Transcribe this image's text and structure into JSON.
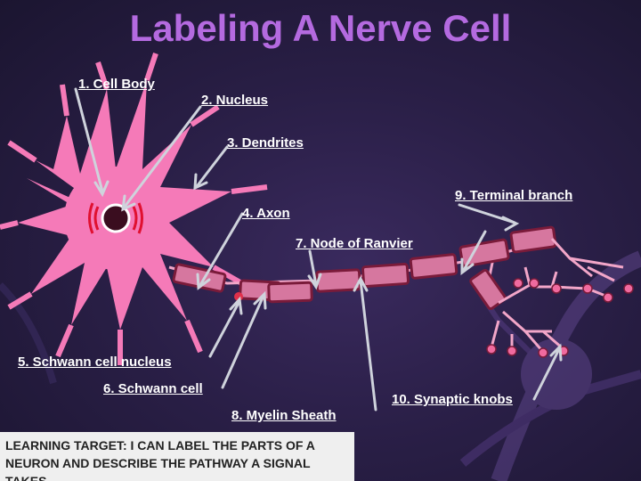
{
  "slide": {
    "title": "Labeling A Nerve Cell",
    "labels": {
      "cell_body": "1. Cell Body",
      "nucleus": "2. Nucleus",
      "dendrites": "3. Dendrites",
      "axon": "4. Axon",
      "schwann_nucleus": "5. Schwann cell nucleus",
      "schwann_cell": "6. Schwann cell",
      "node_of_ranvier": "7. Node of Ranvier",
      "myelin_sheath": "8. Myelin Sheath",
      "terminal_branch": "9. Terminal branch",
      "synaptic_knobs": "10. Synaptic knobs"
    },
    "learning_target": "LEARNING TARGET: I CAN LABEL THE PARTS OF A NEURON AND DESCRIBE THE PATHWAY A SIGNAL TAKES"
  },
  "colors": {
    "title": "#b46ae0",
    "cell_body": "#f57ab8",
    "myelin": "#d6779f",
    "myelin_border": "#7a1b3a",
    "axon_line": "#f2a6c8",
    "knob": "#f06a9f",
    "nucleus": "#3a0d1f",
    "background": "#2a1f47"
  }
}
